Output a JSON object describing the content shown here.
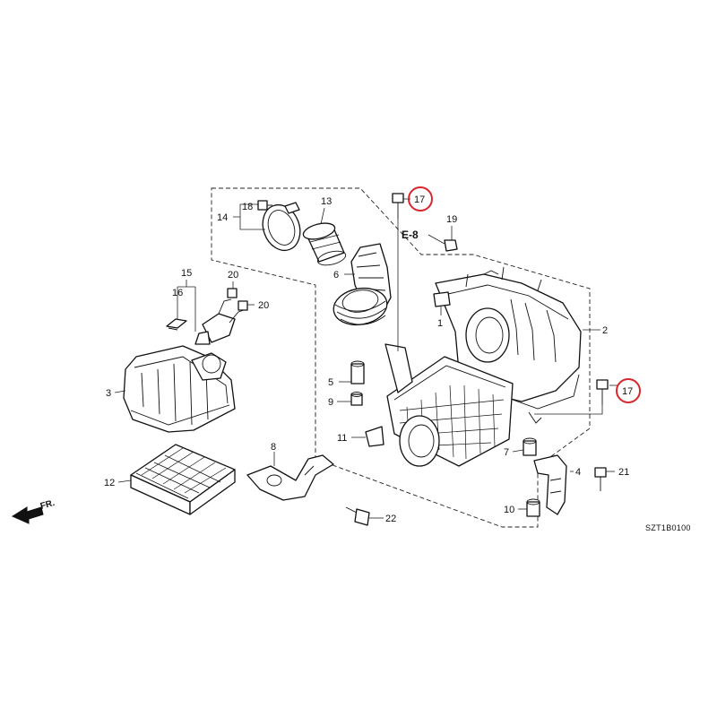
{
  "labels": {
    "p1": "1",
    "p2": "2",
    "p3": "3",
    "p4": "4",
    "p5": "5",
    "p6": "6",
    "p7": "7",
    "p8": "8",
    "p9": "9",
    "p10": "10",
    "p11": "11",
    "p12": "12",
    "p13": "13",
    "p14": "14",
    "p15": "15",
    "p16": "16",
    "p17a": "17",
    "p17b": "17",
    "p18": "18",
    "p19": "19",
    "p20a": "20",
    "p20b": "20",
    "p21": "21",
    "p22": "22"
  },
  "reference": "E-8",
  "direction": "FR.",
  "diagram_code": "SZT1B0100",
  "colors": {
    "highlight_circle": "#d9262c",
    "line": "#111111"
  }
}
